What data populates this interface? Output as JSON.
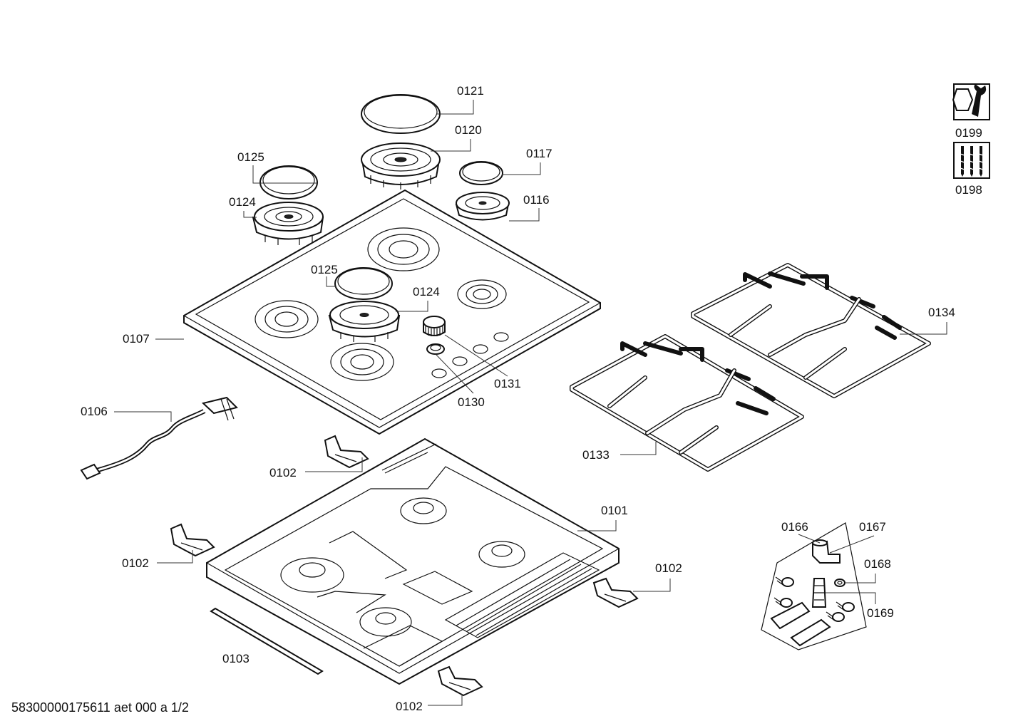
{
  "document": {
    "footer_text": "58300000175611 aet 000 a 1/2"
  },
  "parts": {
    "p0121": "0121",
    "p0120": "0120",
    "p0117": "0117",
    "p0125_top": "0125",
    "p0124_top": "0124",
    "p0116": "0116",
    "p0125_mid": "0125",
    "p0124_mid": "0124",
    "p0107": "0107",
    "p0131": "0131",
    "p0130": "0130",
    "p0106": "0106",
    "p0134": "0134",
    "p0133": "0133",
    "p0102_a": "0102",
    "p0102_b": "0102",
    "p0102_c": "0102",
    "p0102_d": "0102",
    "p0101": "0101",
    "p0103": "0103",
    "p0166": "0166",
    "p0167": "0167",
    "p0168": "0168",
    "p0169": "0169",
    "p0199": "0199",
    "p0198": "0198"
  },
  "icons": {
    "tool_kit": "wrench-nut-icon",
    "screw_kit": "screws-icon"
  }
}
